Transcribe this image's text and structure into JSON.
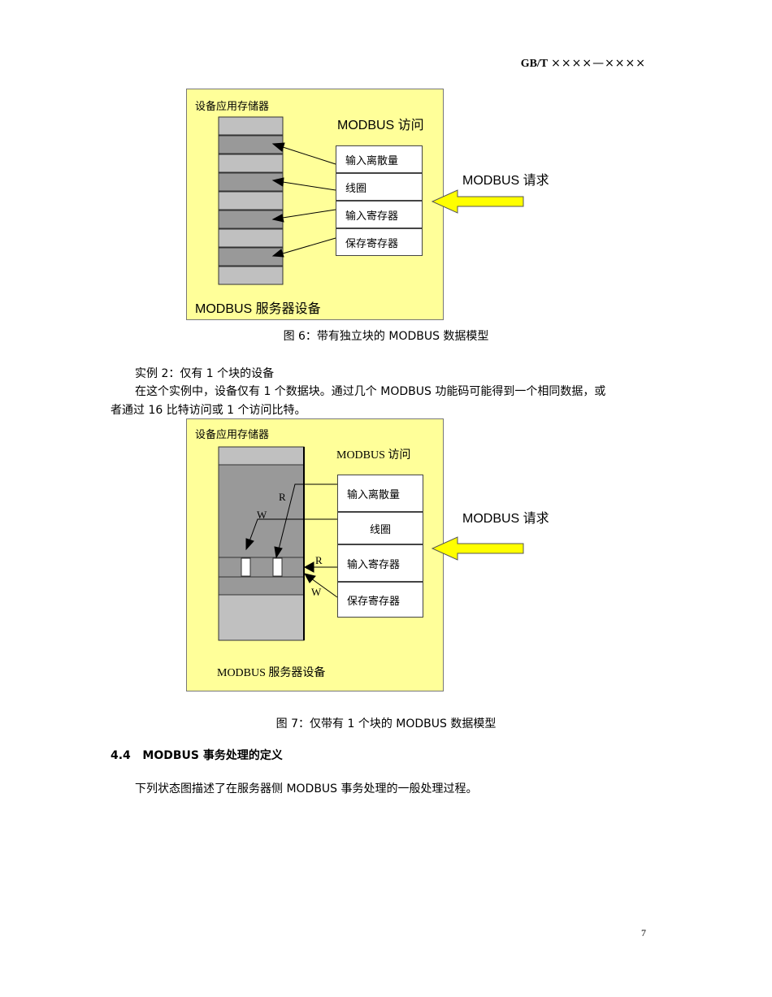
{
  "header": {
    "code": "GB/T",
    "rest": "××××—××××"
  },
  "figure1": {
    "memory_label": "设备应用存储器",
    "access_label": "MODBUS 访问",
    "boxes": [
      "输入离散量",
      "线圈",
      "输入寄存器",
      "保存寄存器"
    ],
    "request_label": "MODBUS 请求",
    "server_label": "MODBUS 服务器设备",
    "caption": "图 6：带有独立块的 MODBUS 数据模型"
  },
  "example": {
    "title": "实例 2：仅有 1 个块的设备",
    "line1": "在这个实例中，设备仅有 1 个数据块。通过几个 MODBUS 功能码可能得到一个相同数据，或",
    "line2": "者通过 16 比特访问或 1 个访问比特。"
  },
  "figure2": {
    "memory_label": "设备应用存储器",
    "access_label": "MODBUS 访问",
    "boxes": [
      "输入离散量",
      "线圈",
      "输入寄存器",
      "保存寄存器"
    ],
    "request_label": "MODBUS 请求",
    "server_label": "MODBUS 服务器设备",
    "rw": {
      "r1": "R",
      "w1": "W",
      "r2": "R",
      "w2": "W"
    },
    "caption": "图 7：仅带有 1 个块的 MODBUS 数据模型"
  },
  "section": {
    "heading": "4.4   MODBUS 事务处理的定义",
    "text": "下列状态图描述了在服务器侧 MODBUS 事务处理的一般处理过程。"
  },
  "page_number": "7",
  "colors": {
    "figure_bg": "#ffff99",
    "arrow_fill": "#ffff00",
    "block_dark": "#999999",
    "block_light": "#c0c0c0"
  }
}
